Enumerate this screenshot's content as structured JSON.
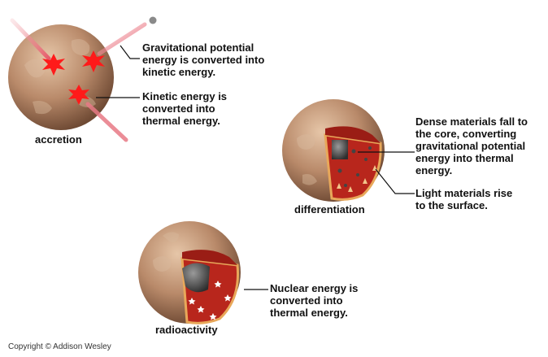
{
  "accretion": {
    "caption": "accretion",
    "label_gravitational": [
      "Gravitational potential",
      "energy is converted into",
      "kinetic energy."
    ],
    "label_kinetic": [
      "Kinetic energy is",
      "converted into",
      "thermal energy."
    ]
  },
  "differentiation": {
    "caption": "differentiation",
    "label_dense": [
      "Dense materials fall to",
      "the core, converting",
      "gravitational potential",
      "energy into thermal",
      "energy."
    ],
    "label_light": [
      "Light materials rise",
      "to the surface."
    ]
  },
  "radioactivity": {
    "caption": "radioactivity",
    "label_nuclear": [
      "Nuclear energy is",
      "converted into",
      "thermal energy."
    ]
  },
  "copyright": "Copyright © Addison Wesley",
  "colors": {
    "planet": "#b98a6a",
    "planet_dark": "#8e6248",
    "interior": "#b8261c",
    "crust": "#e8a85a",
    "core": "#555555",
    "impact": "#ff1a1a",
    "meteor_streak": "#e8808a"
  }
}
